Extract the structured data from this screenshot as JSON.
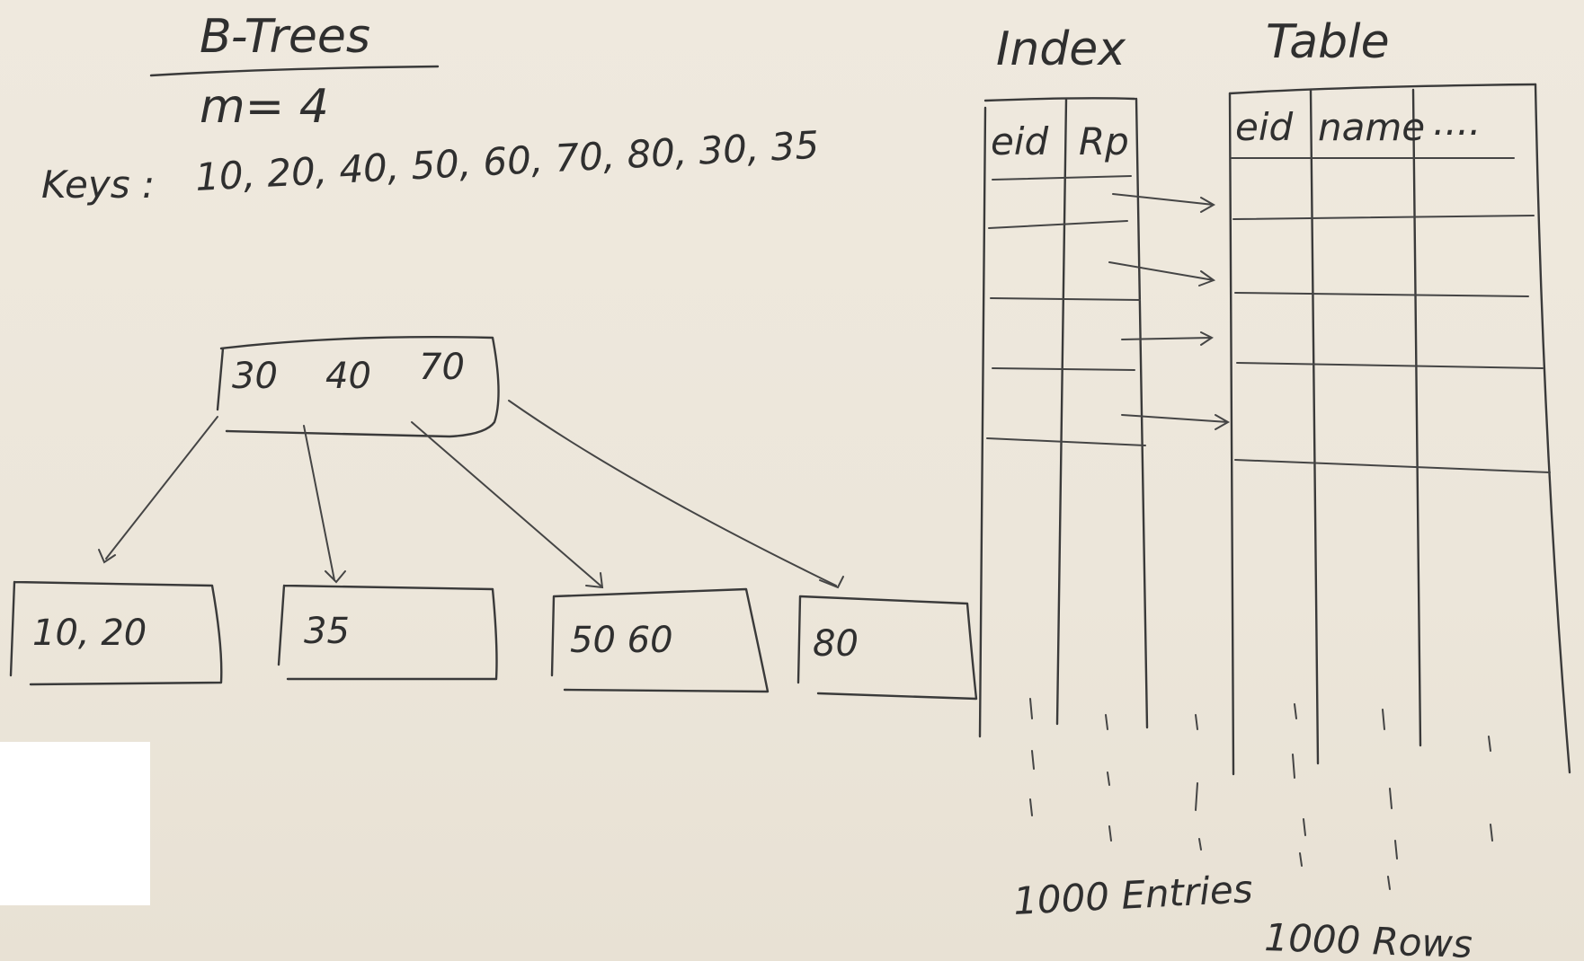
{
  "title": "B-Trees",
  "order": "m= 4",
  "keys_label": "Keys :",
  "keys_value": "10, 20, 40, 50, 60, 70, 80, 30, 35",
  "btree": {
    "root": [
      "30",
      "40",
      "70"
    ],
    "leaves": [
      "10, 20",
      "35",
      "50  60",
      "80"
    ]
  },
  "index": {
    "heading": "Index",
    "columns": [
      "eid",
      "Rp"
    ],
    "footer": "1000 Entries"
  },
  "table": {
    "heading": "Table",
    "columns": [
      "eid",
      "name",
      "...."
    ],
    "footer": "1000 Rows"
  }
}
